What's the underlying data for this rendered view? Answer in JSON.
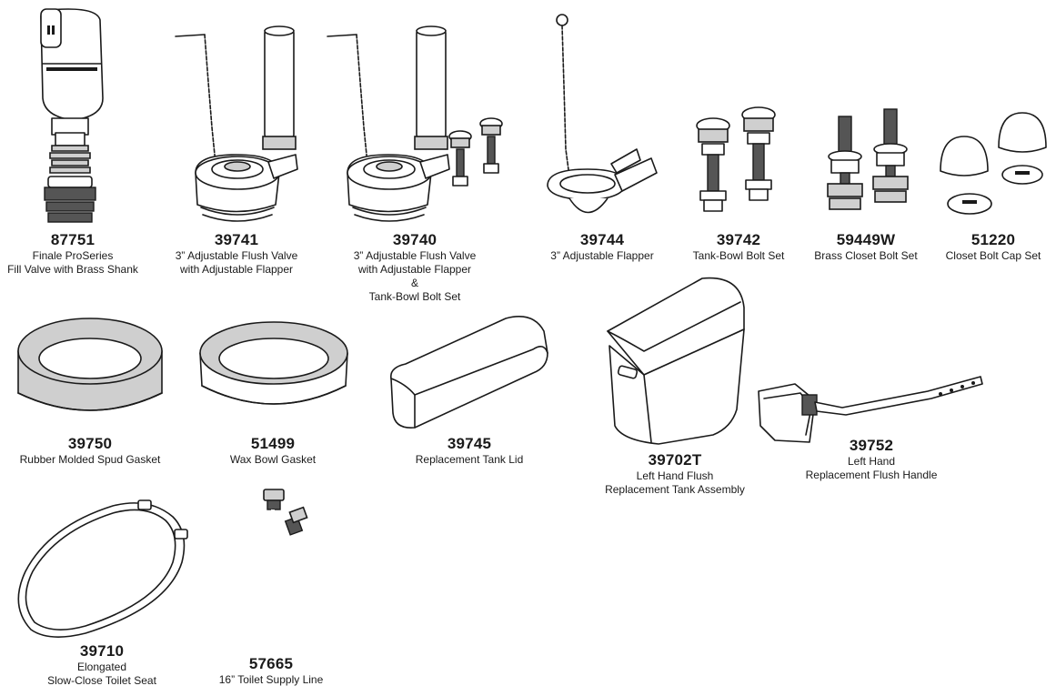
{
  "parts": [
    {
      "number": "87751",
      "lines": [
        "Finale ProSeries",
        "Fill Valve with Brass Shank"
      ],
      "icon": "fill-valve-icon"
    },
    {
      "number": "39741",
      "lines": [
        "3” Adjustable Flush Valve",
        "with Adjustable Flapper"
      ],
      "icon": "flush-valve-icon"
    },
    {
      "number": "39740",
      "lines": [
        "3” Adjustable Flush Valve",
        "with Adjustable Flapper",
        "&",
        "Tank-Bowl Bolt Set"
      ],
      "icon": "flush-valve-bolt-set-icon"
    },
    {
      "number": "39744",
      "lines": [
        "3” Adjustable Flapper"
      ],
      "icon": "flapper-icon"
    },
    {
      "number": "39742",
      "lines": [
        "Tank-Bowl Bolt Set"
      ],
      "icon": "tank-bowl-bolt-icon"
    },
    {
      "number": "59449W",
      "lines": [
        "Brass Closet Bolt Set"
      ],
      "icon": "closet-bolt-icon"
    },
    {
      "number": "51220",
      "lines": [
        "Closet Bolt Cap Set"
      ],
      "icon": "bolt-cap-icon"
    },
    {
      "number": "39750",
      "lines": [
        "Rubber Molded Spud Gasket"
      ],
      "icon": "spud-gasket-icon"
    },
    {
      "number": "51499",
      "lines": [
        "Wax Bowl Gasket"
      ],
      "icon": "wax-gasket-icon"
    },
    {
      "number": "39745",
      "lines": [
        "Replacement Tank Lid"
      ],
      "icon": "tank-lid-icon"
    },
    {
      "number": "39702T",
      "lines": [
        "Left Hand Flush",
        "Replacement Tank Assembly"
      ],
      "icon": "tank-assembly-icon"
    },
    {
      "number": "39752",
      "lines": [
        "Left Hand",
        "Replacement Flush Handle"
      ],
      "icon": "flush-handle-icon"
    },
    {
      "number": "39710",
      "lines": [
        "Elongated",
        "Slow-Close Toilet Seat"
      ],
      "icon": "toilet-seat-icon"
    },
    {
      "number": "57665",
      "lines": [
        "16” Toilet Supply Line"
      ],
      "icon": "supply-line-icon"
    }
  ]
}
